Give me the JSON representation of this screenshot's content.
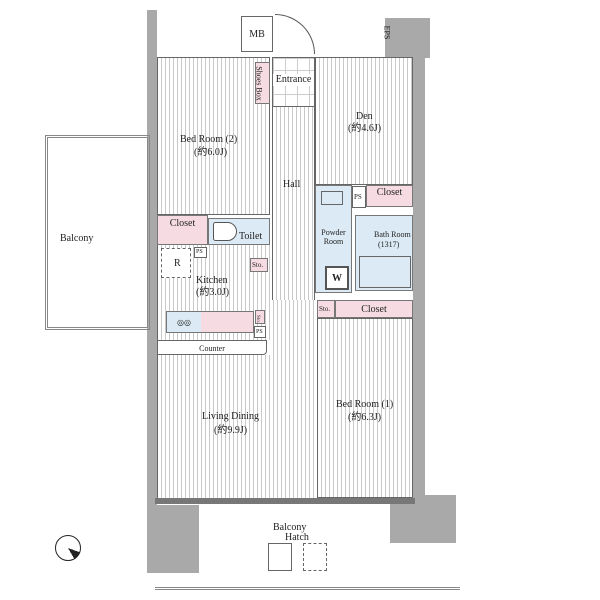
{
  "rooms": {
    "mb": "MB",
    "eps": "EPS",
    "entrance": "Entrance",
    "shoes_box": "Shoes Box",
    "bedroom2": {
      "name": "Bed Room (2)",
      "size": "(約6.0J)"
    },
    "den": {
      "name": "Den",
      "size": "(約4.6J)"
    },
    "hall": "Hall",
    "closet_bedroom2": "Closet",
    "closet_den": "Closet",
    "closet_bedroom1": "Closet",
    "ps_den": "PS",
    "ps_toilet": "PS",
    "ps_kitchen": "PS",
    "toilet": "Toilet",
    "powder_room": "Powder Room",
    "washer": "W",
    "bath": {
      "name": "Bath Room",
      "size": "(1317)"
    },
    "sto_hall": "Sto.",
    "sto_kitchen": "Sto.",
    "sto_bedroom1": "Sto.",
    "refrigerator": "R",
    "kitchen": {
      "name": "Kitchen",
      "size": "(約3.0J)"
    },
    "counter": "Counter",
    "balcony_side": "Balcony",
    "living": {
      "name": "Living Dining",
      "size": "(約9.9J)"
    },
    "bedroom1": {
      "name": "Bed Room (1)",
      "size": "(約6.3J)"
    },
    "balcony_main": "Balcony",
    "hatch": "Hatch"
  },
  "colors": {
    "wall": "#a9a9a9",
    "storage": "#f6dce2",
    "wet_area": "#dbeaf4"
  }
}
